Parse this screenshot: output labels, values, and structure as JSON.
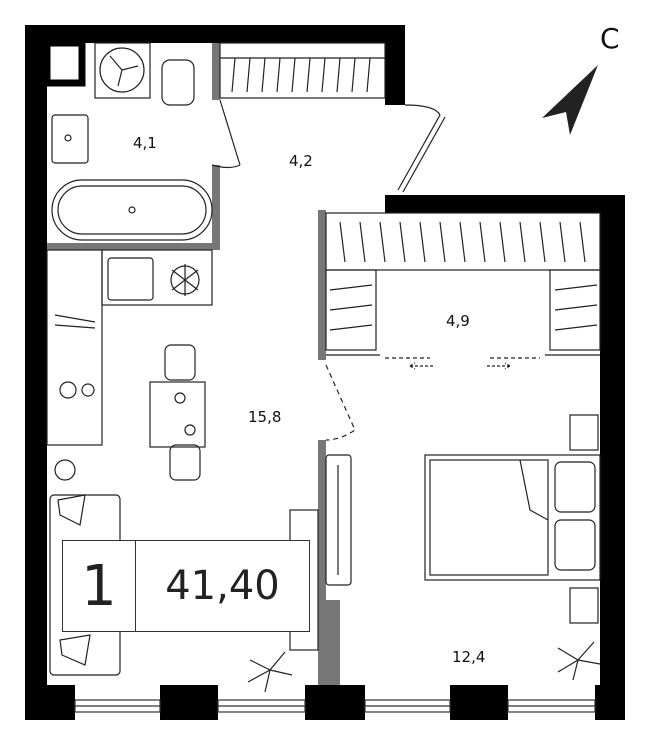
{
  "compass": {
    "letter": "С"
  },
  "rooms": [
    {
      "id": "bathroom",
      "area": "4,1"
    },
    {
      "id": "hallway",
      "area": "4,2"
    },
    {
      "id": "wardrobe",
      "area": "4,9"
    },
    {
      "id": "kitchen-living",
      "area": "15,8"
    },
    {
      "id": "bedroom",
      "area": "12,4"
    }
  ],
  "summary": {
    "room_count": "1",
    "total_area": "41,40"
  },
  "colors": {
    "wall": "#000000",
    "partition": "#777777",
    "fixture": "#222222"
  }
}
